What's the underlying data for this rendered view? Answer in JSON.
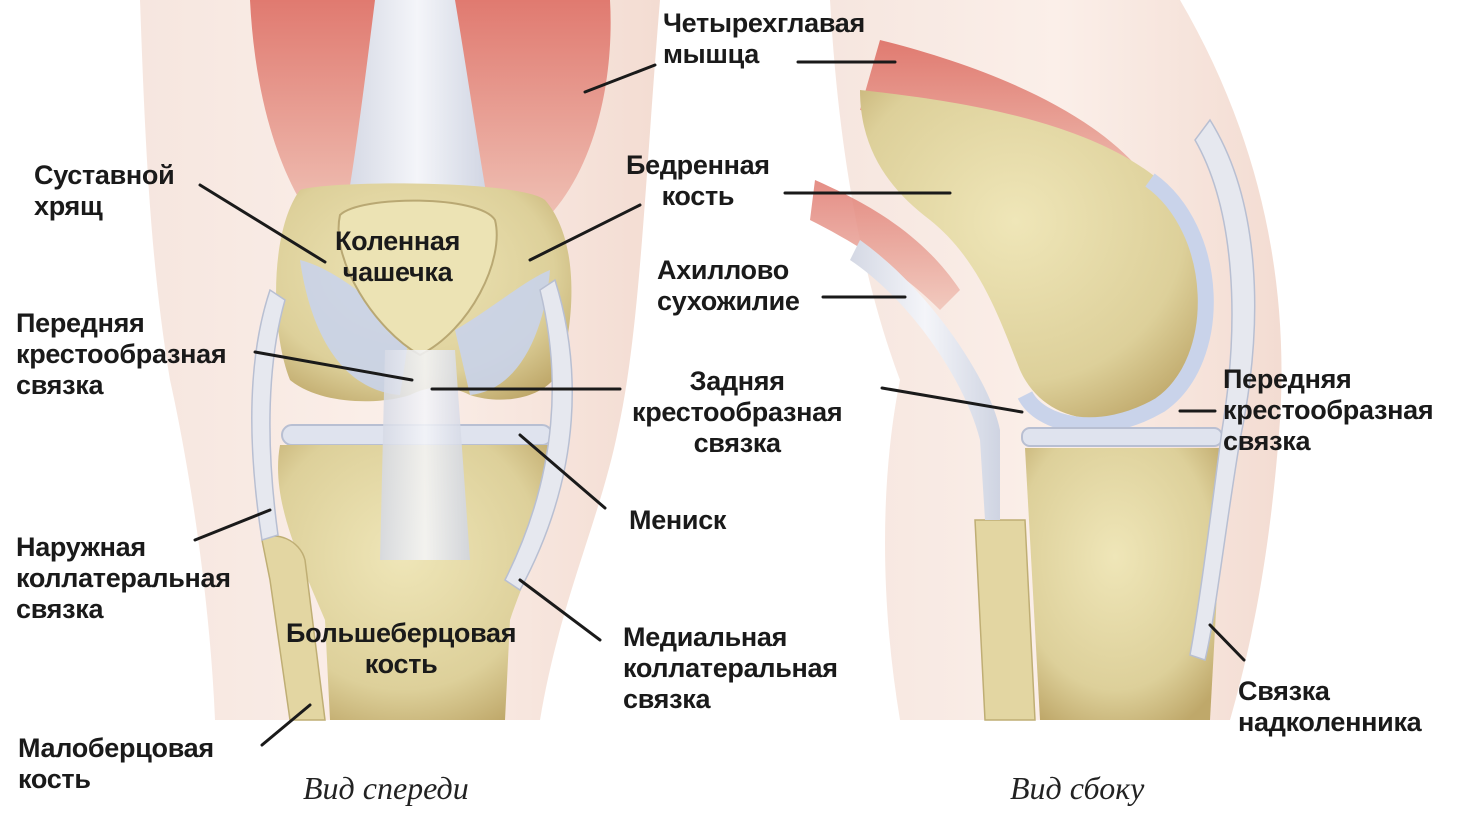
{
  "labels": {
    "quadriceps": [
      "Четырехглавая",
      "мышца"
    ],
    "articular_cartilage": [
      "Суставной",
      "хрящ"
    ],
    "femur": [
      "Бедренная",
      "кость"
    ],
    "patella": [
      "Коленная",
      "чашечка"
    ],
    "achilles": [
      "Ахиллово",
      "сухожилие"
    ],
    "acl_front": [
      "Передняя",
      "крестообразная",
      "связка"
    ],
    "pcl": [
      "Задняя",
      "крестообразная",
      "связка"
    ],
    "acl_side": [
      "Передняя",
      "крестообразная",
      "связка"
    ],
    "meniscus": [
      "Мениск"
    ],
    "lateral_collateral": [
      "Наружная",
      "коллатеральная",
      "связка"
    ],
    "tibia": [
      "Большеберцовая",
      "кость"
    ],
    "medial_collateral": [
      "Медиальная",
      "коллатеральная",
      "связка"
    ],
    "fibula": [
      "Малоберцовая",
      "кость"
    ],
    "patellar_ligament": [
      "Связка",
      "надколенника"
    ]
  },
  "captions": {
    "front_view": "Вид спереди",
    "side_view": "Вид сбоку"
  },
  "colors": {
    "muscle": "#d9716a",
    "bone": "#ddd09a",
    "cartilage": "#c9d3ea",
    "ligament": "#e6e8ef",
    "skin": "#f2ddd4",
    "leader_line": "#1a1a1a"
  }
}
